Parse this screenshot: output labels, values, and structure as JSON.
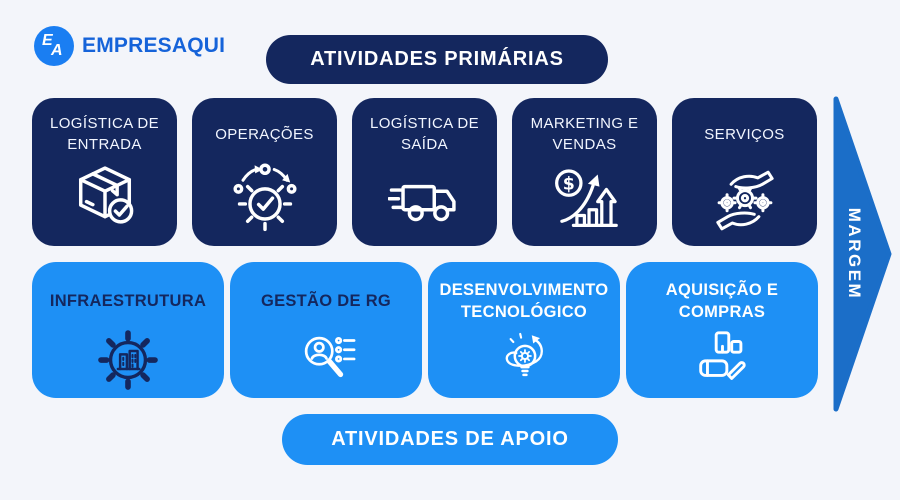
{
  "logo": {
    "monogram_top": "E",
    "monogram_bottom": "A",
    "name": "EMPRESAQUI"
  },
  "primary_banner": {
    "label": "ATIVIDADES PRIMÁRIAS"
  },
  "support_banner": {
    "label": "ATIVIDADES DE APOIO"
  },
  "margin_arrow": {
    "label": "MARGEM"
  },
  "primary_activities": [
    {
      "label": "LOGÍSTICA DE ENTRADA",
      "icon": "package-check-icon"
    },
    {
      "label": "OPERAÇÕES",
      "icon": "gear-check-icon"
    },
    {
      "label": "LOGÍSTICA DE SAÍDA",
      "icon": "delivery-truck-icon"
    },
    {
      "label": "MARKETING E VENDAS",
      "icon": "sales-growth-icon"
    },
    {
      "label": "SERVIÇOS",
      "icon": "hands-gears-icon"
    }
  ],
  "support_activities": [
    {
      "label": "INFRAESTRUTURA",
      "icon": "gear-buildings-icon",
      "text_color": "#14275e",
      "icon_color": "#14275e"
    },
    {
      "label": "GESTÃO DE RG",
      "icon": "person-search-icon",
      "text_color": "#14275e",
      "icon_color": "#ffffff"
    },
    {
      "label": "DESENVOLVIMENTO TECNOLÓGICO",
      "icon": "idea-bulb-icon",
      "text_color": "#ffffff",
      "icon_color": "#ffffff"
    },
    {
      "label": "AQUISIÇÃO E COMPRAS",
      "icon": "hand-purchase-icon",
      "text_color": "#ffffff",
      "icon_color": "#ffffff"
    }
  ],
  "colors": {
    "background": "#f3f5fa",
    "navy": "#14275e",
    "light_blue": "#1e90f5",
    "margin_blue": "#1b6ec8",
    "logo_circle": "#1a7ef2",
    "logo_text": "#1563d9"
  }
}
